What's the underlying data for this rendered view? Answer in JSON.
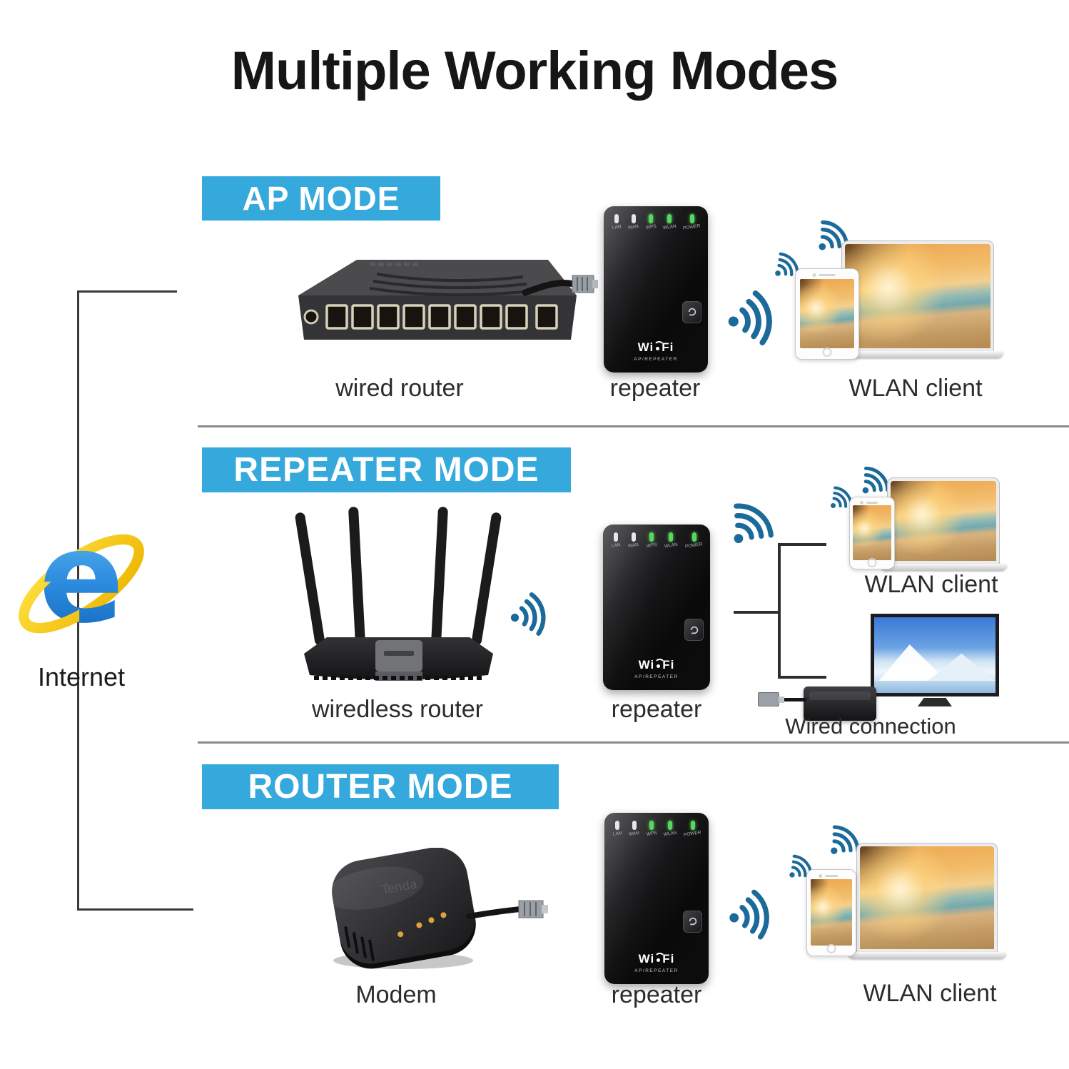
{
  "title": "Multiple Working Modes",
  "internet": {
    "label": "Internet"
  },
  "repeater_device": {
    "leds": [
      "LAN",
      "WAN",
      "WPS",
      "WLAN",
      "POWER"
    ],
    "brand_left": "Wi",
    "brand_right": "Fi",
    "sub_brand": "AP/REPEATER"
  },
  "devices": {
    "modem_brand": "Tenda"
  },
  "sections": [
    {
      "banner": "AP MODE",
      "labels": {
        "left": "wired router",
        "mid": "repeater",
        "right": "WLAN client"
      }
    },
    {
      "banner": "REPEATER MODE",
      "labels": {
        "left": "wiredless router",
        "mid": "repeater",
        "right_top": "WLAN client",
        "right_bottom": "Wired connection"
      }
    },
    {
      "banner": "ROUTER MODE",
      "labels": {
        "left": "Modem",
        "mid": "repeater",
        "right": "WLAN client"
      }
    }
  ],
  "colors": {
    "banner": "#35a9dc",
    "wifi_icon": "#1b6a99",
    "led_green": "#57d75e",
    "led_white": "#e6e6e6",
    "divider": "#8a8a8a",
    "line": "#3a3a3a"
  }
}
